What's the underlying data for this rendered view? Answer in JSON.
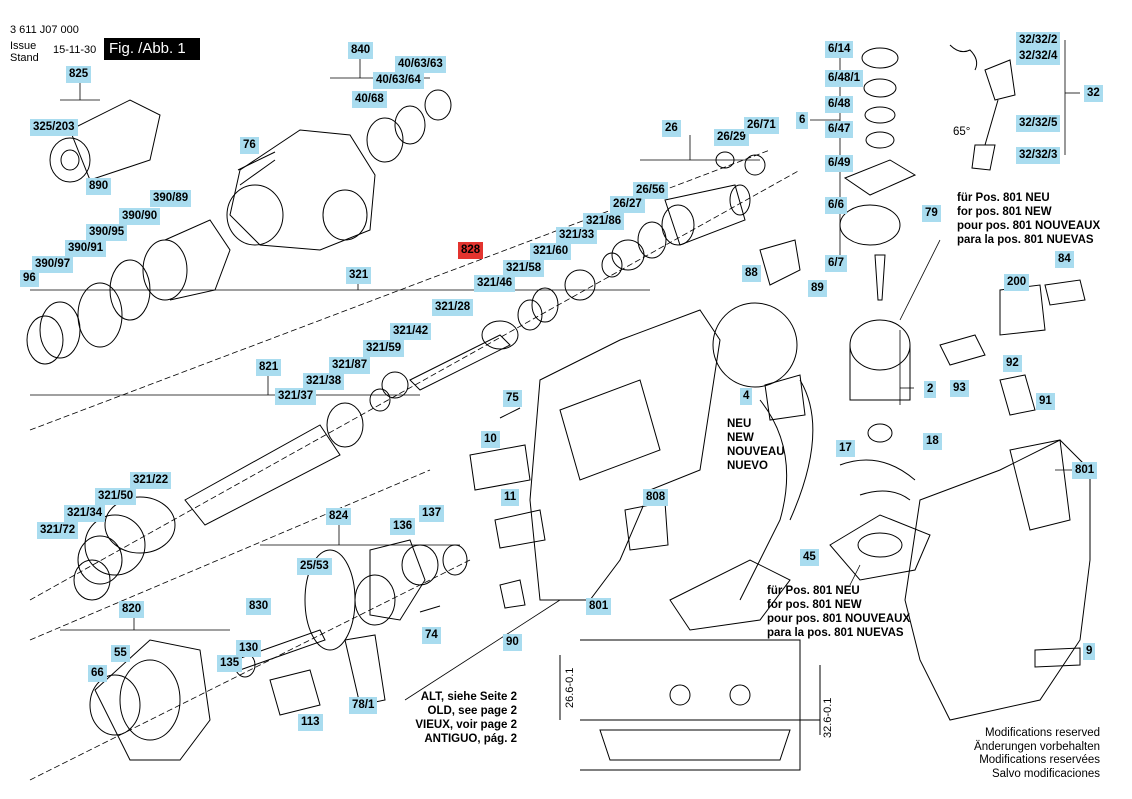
{
  "header": {
    "doc_number": "3 611 J07 000",
    "issue_label": "Issue",
    "stand_label": "Stand",
    "issue_date": "15-11-30",
    "figure": "Fig. /Abb. 1"
  },
  "highlight_color": "#a9dcef",
  "alert_color": "#e3342f",
  "parts": {
    "p825": "825",
    "p325_203": "325/203",
    "p890": "890",
    "p390_89": "390/89",
    "p390_90": "390/90",
    "p390_95": "390/95",
    "p390_91": "390/91",
    "p390_97": "390/97",
    "p96": "96",
    "p840": "840",
    "p40_63_63": "40/63/63",
    "p40_63_64": "40/63/64",
    "p40_68": "40/68",
    "p76": "76",
    "p321": "321",
    "p828": "828",
    "p26": "26",
    "p26_29": "26/29",
    "p26_71": "26/71",
    "p26_56": "26/56",
    "p26_27": "26/27",
    "p321_86": "321/86",
    "p321_33": "321/33",
    "p321_60": "321/60",
    "p321_58": "321/58",
    "p321_46": "321/46",
    "p321_28": "321/28",
    "p321_42": "321/42",
    "p321_59": "321/59",
    "p821": "821",
    "p321_87": "321/87",
    "p321_38": "321/38",
    "p321_37": "321/37",
    "p321_22": "321/22",
    "p321_50": "321/50",
    "p321_34": "321/34",
    "p321_72": "321/72",
    "p6_14": "6/14",
    "p6_48_1": "6/48/1",
    "p6_48": "6/48",
    "p6_47": "6/47",
    "p6_49": "6/49",
    "p6_6": "6/6",
    "p6_7": "6/7",
    "p6": "6",
    "p79": "79",
    "p32_32_2": "32/32/2",
    "p32_32_4": "32/32/4",
    "p32": "32",
    "p32_32_5": "32/32/5",
    "p32_32_3": "32/32/3",
    "p88": "88",
    "p89": "89",
    "p84": "84",
    "p200": "200",
    "p92": "92",
    "p93": "93",
    "p2": "2",
    "p4": "4",
    "p75": "75",
    "p10": "10",
    "p11": "11",
    "p808": "808",
    "p801a": "801",
    "p801b": "801",
    "p90": "90",
    "p17": "17",
    "p18": "18",
    "p91": "91",
    "p45": "45",
    "p9": "9",
    "p824": "824",
    "p136": "136",
    "p137": "137",
    "p25_53": "25/53",
    "p830": "830",
    "p74": "74",
    "p820": "820",
    "p55": "55",
    "p66": "66",
    "p130": "130",
    "p135": "135",
    "p113": "113",
    "p78_1": "78/1"
  },
  "notes": {
    "pos801_top": [
      "für Pos. 801 NEU",
      "for pos. 801 NEW",
      "pour pos. 801 NOUVEAUX",
      "para la pos. 801 NUEVAS"
    ],
    "pos801_bottom": [
      "für Pos. 801 NEU",
      "for pos. 801 NEW",
      "pour pos. 801 NOUVEAUX",
      "para la pos. 801 NUEVAS"
    ],
    "new": [
      "NEU",
      "NEW",
      "NOUVEAU",
      "NUEVO"
    ],
    "old": [
      "ALT, siehe Seite 2",
      "OLD, see page 2",
      "VIEUX, voir page 2",
      "ANTIGUO, pág. 2"
    ],
    "mods": [
      "Modifications reserved",
      "Änderungen vorbehalten",
      "Modifications reservées",
      "Salvo modificaciones"
    ],
    "angle": "65°",
    "dim1": "26.6-0.1",
    "dim2": "32.6-0.1"
  }
}
